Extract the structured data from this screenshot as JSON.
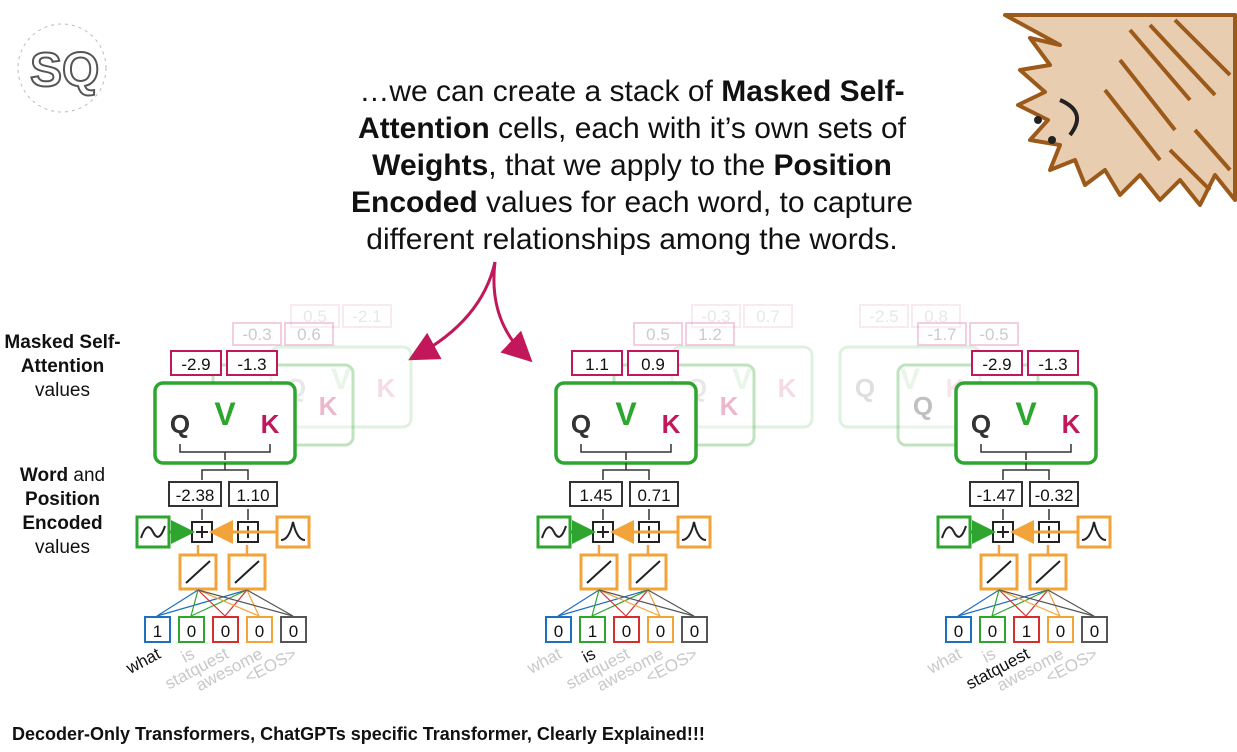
{
  "caption": {
    "p1": "…we can create a stack of ",
    "b1": "Masked Self-Attention",
    "p2": " cells, each with it’s own sets of ",
    "b2": "Weights",
    "p3": ", that we apply to the ",
    "b3": "Position Encoded",
    "p4": " values for each word, to capture different relationships among the words."
  },
  "side_labels": {
    "attn_bold": "Masked Self-Attention",
    "attn_rest": "values",
    "word_bold1": "Word",
    "word_and": " and",
    "word_bold2": "Position Encoded",
    "word_rest": "values"
  },
  "cell_letters": {
    "q": "Q",
    "v": "V",
    "k": "K"
  },
  "words": [
    "what",
    "is",
    "statquest",
    "awesome",
    "<EOS>"
  ],
  "panels": [
    {
      "attn_values": [
        "-2.9",
        "-1.3"
      ],
      "attn_back1": [
        "-0.3",
        "0.6"
      ],
      "attn_back2": [
        "0.5",
        "-2.1"
      ],
      "encoded": [
        "-2.38",
        "1.10"
      ],
      "one_hot": [
        "1",
        "0",
        "0",
        "0",
        "0"
      ],
      "active_word": 0
    },
    {
      "attn_values": [
        "1.1",
        "0.9"
      ],
      "attn_back1": [
        "0.5",
        "1.2"
      ],
      "attn_back2": [
        "-0.3",
        "0.7"
      ],
      "encoded": [
        "1.45",
        "0.71"
      ],
      "one_hot": [
        "0",
        "1",
        "0",
        "0",
        "0"
      ],
      "active_word": 1
    },
    {
      "attn_values": [
        "-2.9",
        "-1.3"
      ],
      "attn_back1": [
        "-1.7",
        "-0.5"
      ],
      "attn_back2": [
        "-2.5",
        "0.8"
      ],
      "encoded": [
        "-1.47",
        "-0.32"
      ],
      "one_hot": [
        "0",
        "0",
        "1",
        "0",
        "0"
      ],
      "active_word": 2
    }
  ],
  "footer_title": "Decoder-Only Transformers, ChatGPTs specific Transformer, Clearly Explained!!!",
  "logo": {
    "text": "SQ",
    "icon": "statquest-logo-icon"
  },
  "mascot": {
    "icon": "squatch-mascot-icon"
  },
  "colors": {
    "green": "#2ea52e",
    "magenta": "#c2185b",
    "orange": "#f2a33a",
    "blue": "#1f6fbf",
    "red": "#d32f2f",
    "pink": "#d9609a",
    "fur": "#e9cdb0",
    "fur_stroke": "#9b5a1a"
  }
}
